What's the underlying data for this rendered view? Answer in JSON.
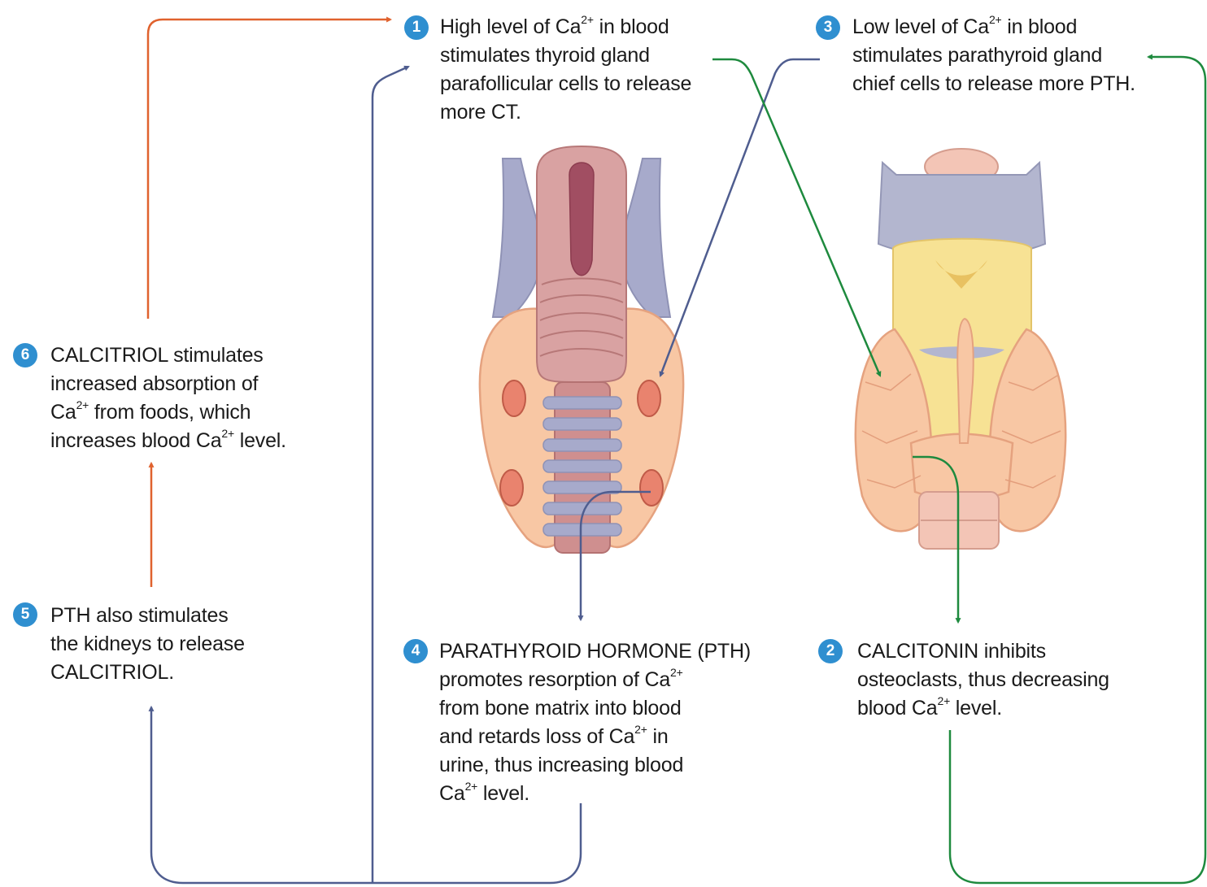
{
  "colors": {
    "orange_arrow": "#e0622e",
    "blue_arrow": "#4f5d8f",
    "green_arrow": "#1e8a3e",
    "badge": "#2f8fd0",
    "thyroid": "#f8c7a4",
    "parathyroid": "#e9836e",
    "trachea": "#d9a2a2",
    "cartilage": "#a7aacb",
    "larynx_yellow": "#f7e294"
  },
  "steps": {
    "s1": {
      "num": "1",
      "lines": [
        {
          "pre": "High level of Ca",
          "sup": "2+",
          "post": " in blood"
        },
        {
          "pre": "stimulates thyroid gland",
          "sup": "",
          "post": ""
        },
        {
          "pre": "parafollicular cells to release",
          "sup": "",
          "post": ""
        },
        {
          "pre": "more CT.",
          "sup": "",
          "post": ""
        }
      ]
    },
    "s2": {
      "num": "2",
      "lines": [
        {
          "pre": "CALCITONIN inhibits",
          "sup": "",
          "post": ""
        },
        {
          "pre": "osteoclasts, thus decreasing",
          "sup": "",
          "post": ""
        },
        {
          "pre": "blood Ca",
          "sup": "2+",
          "post": " level."
        }
      ]
    },
    "s3": {
      "num": "3",
      "lines": [
        {
          "pre": "Low level of Ca",
          "sup": "2+",
          "post": " in blood"
        },
        {
          "pre": "stimulates parathyroid gland",
          "sup": "",
          "post": ""
        },
        {
          "pre": "chief cells to release more PTH.",
          "sup": "",
          "post": ""
        }
      ]
    },
    "s4": {
      "num": "4",
      "lines": [
        {
          "pre": "PARATHYROID HORMONE (PTH)",
          "sup": "",
          "post": ""
        },
        {
          "pre": "promotes resorption of Ca",
          "sup": "2+",
          "post": ""
        },
        {
          "pre": "from bone matrix into blood",
          "sup": "",
          "post": ""
        },
        {
          "pre": "and retards loss of Ca",
          "sup": "2+",
          "post": " in"
        },
        {
          "pre": "urine, thus increasing blood",
          "sup": "",
          "post": ""
        },
        {
          "pre": "Ca",
          "sup": "2+",
          "post": " level."
        }
      ]
    },
    "s5": {
      "num": "5",
      "lines": [
        {
          "pre": "PTH also stimulates",
          "sup": "",
          "post": ""
        },
        {
          "pre": "the kidneys to release",
          "sup": "",
          "post": ""
        },
        {
          "pre": "CALCITRIOL.",
          "sup": "",
          "post": ""
        }
      ]
    },
    "s6": {
      "num": "6",
      "lines": [
        {
          "pre": "CALCITRIOL stimulates",
          "sup": "",
          "post": ""
        },
        {
          "pre": "increased absorption of",
          "sup": "",
          "post": ""
        },
        {
          "pre": "Ca",
          "sup": "2+",
          "post": " from foods, which"
        },
        {
          "pre": "increases blood Ca",
          "sup": "2+",
          "post": " level."
        }
      ]
    }
  }
}
